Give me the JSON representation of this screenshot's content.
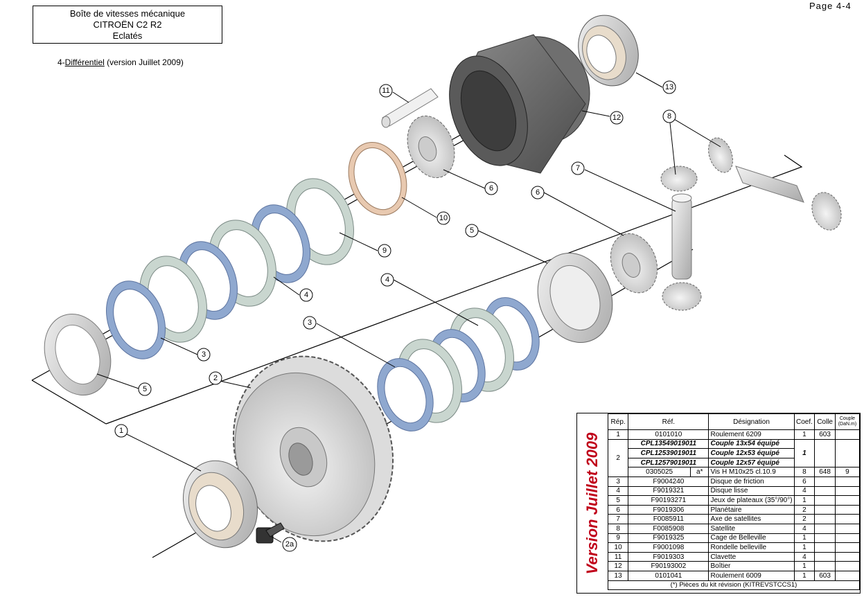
{
  "header": {
    "title_lines": [
      "Boîte de vitesses mécanique",
      "CITROËN C2 R2",
      "Eclatés"
    ],
    "page": "Page 4-4",
    "subtitle_prefix": "4-",
    "subtitle_underlined": "Différentiel",
    "subtitle_suffix": " (version Juillet 2009)"
  },
  "callouts": {
    "c1": "1",
    "c2": "2",
    "c2a": "2a",
    "c3a": "3",
    "c3b": "3",
    "c4a": "4",
    "c4b": "4",
    "c5a": "5",
    "c5b": "5",
    "c6a": "6",
    "c6b": "6",
    "c7": "7",
    "c8": "8",
    "c9": "9",
    "c10": "10",
    "c11": "11",
    "c12": "12",
    "c13": "13"
  },
  "colors": {
    "friction_disc": "#8fa8cf",
    "smooth_disc": "#c9d6cf",
    "belleville": "#e8c9b0",
    "stamp": "#c0001a"
  },
  "stamp": "Version Juillet 2009",
  "table": {
    "headers": {
      "rep": "Rép.",
      "ref": "Réf.",
      "designation": "Désignation",
      "coef": "Coef.",
      "colle": "Colle",
      "couple": "Couple",
      "couple_unit": "(DaN.m)"
    },
    "row1": {
      "rep": "1",
      "ref": "0101010",
      "designation": "Roulement 6209",
      "coef": "1",
      "colle": "603",
      "couple": ""
    },
    "row2": {
      "rep": "2",
      "bold_refs": [
        "CPL13549019011",
        "CPL12539019011",
        "CPL12579019011"
      ],
      "bold_designations": [
        "Couple 13x54 équipé",
        "Couple 12x53 équipé",
        "Couple 12x57 équipé"
      ],
      "bold_coef": "1",
      "screw_ref": "0305025",
      "screw_flag": "a*",
      "screw_designation": "Vis H M10x25 cl.10.9",
      "screw_coef": "8",
      "screw_colle": "648",
      "screw_couple": "9"
    },
    "rows": [
      {
        "rep": "3",
        "ref": "F9004240",
        "designation": "Disque de friction",
        "coef": "6",
        "colle": ""
      },
      {
        "rep": "4",
        "ref": "F9019321",
        "designation": "Disque lisse",
        "coef": "4",
        "colle": ""
      },
      {
        "rep": "5",
        "ref": "F90193271",
        "designation": "Jeux de plateaux (35°/90°)",
        "coef": "1",
        "colle": ""
      },
      {
        "rep": "6",
        "ref": "F9019306",
        "designation": "Planétaire",
        "coef": "2",
        "colle": ""
      },
      {
        "rep": "7",
        "ref": "F0085911",
        "designation": "Axe de satellites",
        "coef": "2",
        "colle": ""
      },
      {
        "rep": "8",
        "ref": "F0085908",
        "designation": "Satellite",
        "coef": "4",
        "colle": ""
      },
      {
        "rep": "9",
        "ref": "F9019325",
        "designation": "Cage de Belleville",
        "coef": "1",
        "colle": ""
      },
      {
        "rep": "10",
        "ref": "F9001098",
        "designation": "Rondelle belleville",
        "coef": "1",
        "colle": ""
      },
      {
        "rep": "11",
        "ref": "F9019303",
        "designation": "Clavette",
        "coef": "4",
        "colle": ""
      },
      {
        "rep": "12",
        "ref": "F90193002",
        "designation": "Boîtier",
        "coef": "1",
        "colle": ""
      },
      {
        "rep": "13",
        "ref": "0101041",
        "designation": "Roulement 6009",
        "coef": "1",
        "colle": "603"
      }
    ],
    "footnote": "(*) Pièces du kit révision (KITREVSTCCS1)"
  }
}
